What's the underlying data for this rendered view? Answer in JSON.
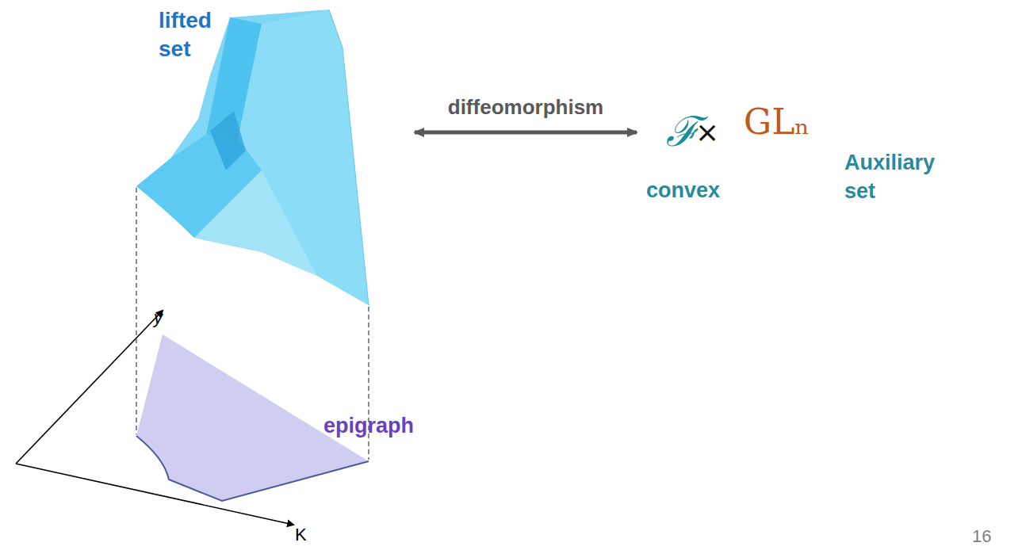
{
  "diagram": {
    "nodes": [
      {
        "text": [
          "lifted set"
        ]
      },
      {
        "text": [
          "ℱ",
          "convex"
        ]
      },
      {
        "text": [
          "GLₙ",
          "Auxiliary set"
        ]
      },
      {
        "text": [
          "epigraph"
        ]
      }
    ],
    "edges": [
      {
        "from": 0,
        "to": 1,
        "label": "diffeomorphism",
        "arrow": "both"
      }
    ],
    "labels": [
      "×",
      "y",
      "K",
      "16"
    ]
  }
}
